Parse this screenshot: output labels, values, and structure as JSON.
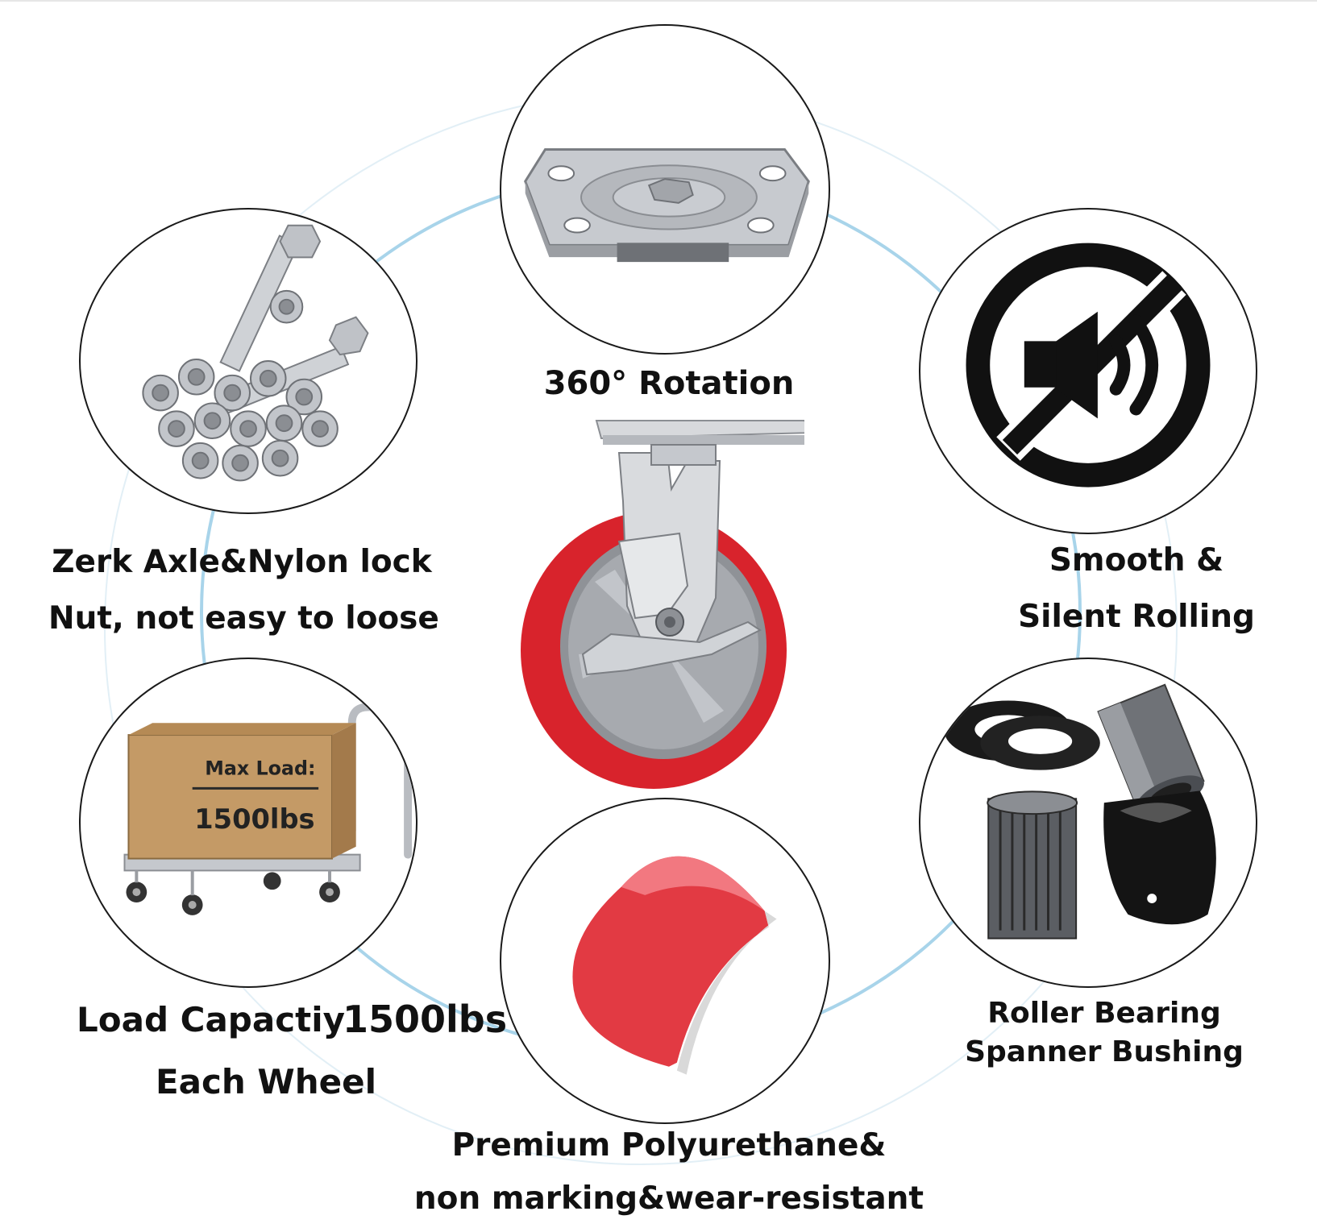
{
  "features": {
    "rotation": {
      "label": "360° Rotation",
      "icon": "swivel-plate"
    },
    "axle": {
      "line1": "Zerk Axle&Nylon lock",
      "line2": "Nut, not easy to loose",
      "icon": "bolts-and-nuts"
    },
    "rolling": {
      "line1": "Smooth &",
      "line2": "Silent Rolling",
      "icon": "muted-speaker"
    },
    "load": {
      "line1a": "Load Capactiy",
      "line1b": "1500lbs",
      "line2": "Each Wheel",
      "icon": "hand-truck-with-box",
      "box_title": "Max Load:",
      "box_value": "1500lbs"
    },
    "bearing": {
      "line1": "Roller Bearing",
      "line2": "Spanner Bushing",
      "icon": "roller-bearing-parts"
    },
    "polyurethane": {
      "line1": "Premium Polyurethane&",
      "line2": "non marking&wear-resistant",
      "icon": "polyurethane-tread"
    }
  },
  "center": {
    "icon": "swivel-caster-wheel-with-brake"
  },
  "colors": {
    "tread_red": "#d8232c",
    "ring_blue": "#a8d4ea",
    "outline": "#1a1a1a"
  }
}
